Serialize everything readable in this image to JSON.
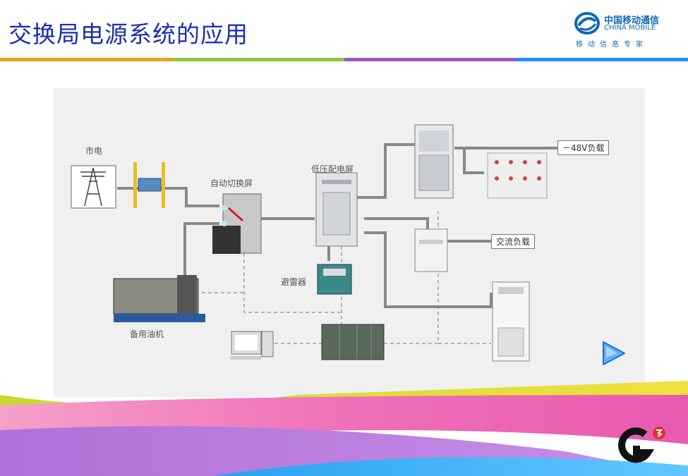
{
  "header": {
    "title": "交换局电源系统的应用",
    "logo": {
      "cn": "中国移动通信",
      "en": "CHINA MOBILE",
      "tagline": "移动信息专家"
    }
  },
  "diagram": {
    "labels": {
      "mains": "市电",
      "ats_panel": "自动切换屏",
      "lv_panel": "低压配电屏",
      "surge": "避雷器",
      "generator": "备用油机"
    },
    "loads": {
      "dc": "－48V负载",
      "ac": "交流负载"
    }
  },
  "colors": {
    "title": "#1a2fb0",
    "brand": "#1267b3",
    "stripes": [
      "#f0a020",
      "#8cc63f",
      "#9b59b6",
      "#1e90ff"
    ],
    "panel_bg": "#f0f0f0"
  },
  "icons": [
    "power-tower-icon",
    "play-icon",
    "g3-logo"
  ]
}
